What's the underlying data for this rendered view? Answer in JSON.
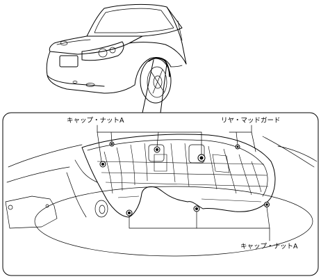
{
  "labels": {
    "cap_nut_a_top": "キャップ・ナットA",
    "rear_mudguard": "リヤ・マッドガード",
    "cap_nut_a_bottom": "キャップ・ナットA"
  }
}
